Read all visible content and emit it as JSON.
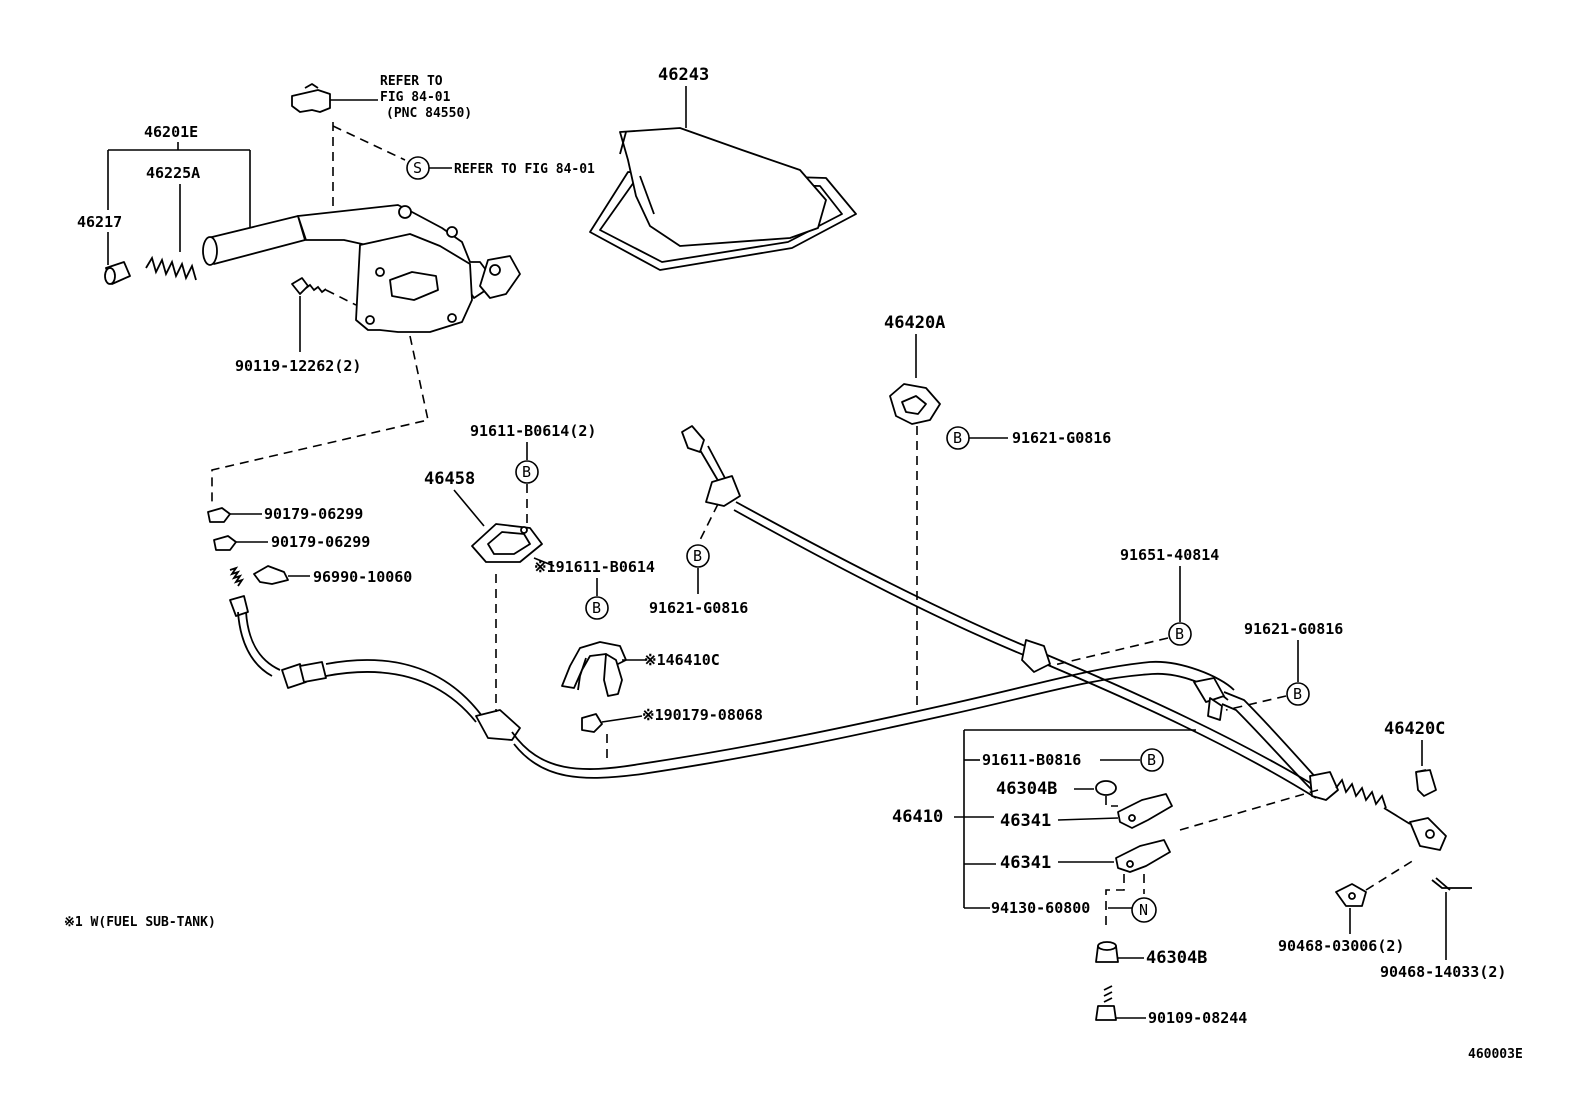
{
  "diagram_code": "460003E",
  "footnote": "※1 W(FUEL SUB-TANK)",
  "callouts": {
    "refer_top": [
      "REFER TO",
      "FIG 84-01",
      "(PNC 84550)"
    ],
    "refer_s": "REFER TO FIG 84-01",
    "lever_assy": "46201E",
    "grip": "46225A",
    "cap": "46217",
    "boot": "46243",
    "bolt": "90119-12262(2)",
    "nut1": "90179-06299",
    "nut2": "90179-06299",
    "clamp": "96990-10060",
    "grommet": "46458",
    "bolt_b1": "91611-B0614(2)",
    "bolt_b1_note": "※191611-B0614",
    "bolt_b2": "91621-G0816",
    "cable_no1": "※146410C",
    "nut_note": "※190179-08068",
    "bracket_a": "46420A",
    "bolt_b3": "91621-G0816",
    "bolt_b4": "91651-40814",
    "bolt_b5": "91621-G0816",
    "bracket_c": "46420C",
    "cable_assy": "46410",
    "bolt_b6": "91611-B0816",
    "bush1": "46304B",
    "clamp1": "46341",
    "clamp2": "46341",
    "nut_n": "94130-60800",
    "bush2": "46304B",
    "bolt_bottom": "90109-08244",
    "clip1": "90468-03006(2)",
    "clip2": "90468-14033(2)"
  },
  "markers": {
    "s": "S",
    "b": "B",
    "n": "N"
  }
}
